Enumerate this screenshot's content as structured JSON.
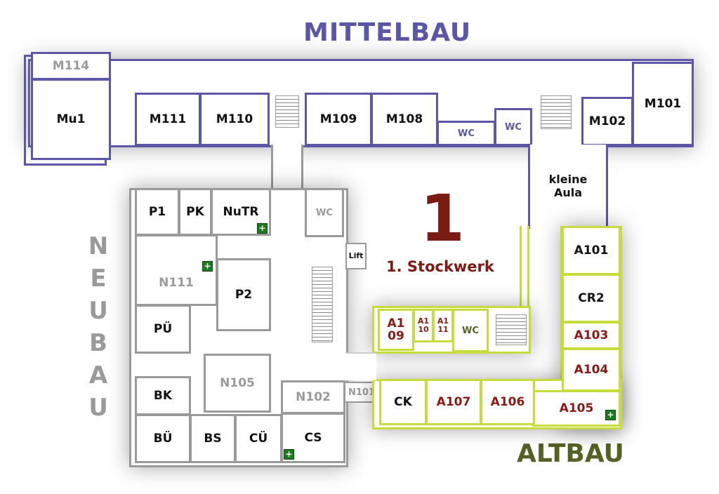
{
  "wings": {
    "mittelbau": "MITTELBAU",
    "neubau_letters": [
      "N",
      "E",
      "U",
      "B",
      "A",
      "U"
    ],
    "altbau": "ALTBAU"
  },
  "floor": {
    "number": "1",
    "label": "1. Stockwerk"
  },
  "mittelbau_rooms": {
    "m114": "M114",
    "mu1": "Mu1",
    "m111": "M111",
    "m110": "M110",
    "m109": "M109",
    "m108": "M108",
    "wc1": "WC",
    "wc2": "WC",
    "m102": "M102",
    "m101": "M101",
    "kleine_aula": "kleine\nAula"
  },
  "neubau_rooms": {
    "p1": "P1",
    "pk": "PK",
    "nutr": "NuTR",
    "wc": "WC",
    "lift": "Lift",
    "n111": "N111",
    "p2": "P2",
    "pue": "PÜ",
    "n105": "N105",
    "bk": "BK",
    "n102": "N102",
    "n101": "N101",
    "bue": "BÜ",
    "bs": "BS",
    "cue": "CÜ",
    "cs": "CS"
  },
  "altbau_rooms": {
    "a101": "A101",
    "cr2": "CR2",
    "a103": "A103",
    "a104": "A104",
    "a105": "A105",
    "a106": "A106",
    "a107": "A107",
    "ck": "CK",
    "a109": "A1\n09",
    "a110": "A1\n10",
    "a111": "A1\n11",
    "wc": "WC"
  },
  "colors": {
    "mittelbau": "#5b57a6",
    "neubau": "#9a9a9a",
    "altbau": "#c6dc3c",
    "floor_label": "#7a1b14",
    "altbau_title": "#556226",
    "first_aid": "#1e7a1e"
  },
  "icons": [
    "first-aid-icon",
    "stairs-icon"
  ]
}
